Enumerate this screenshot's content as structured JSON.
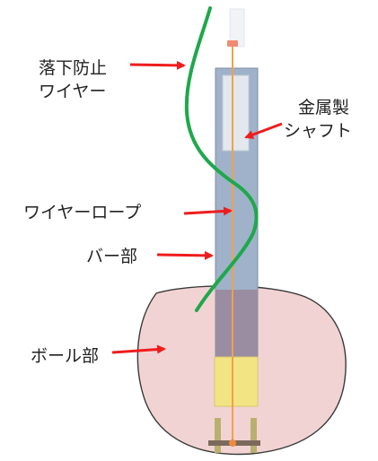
{
  "labels": {
    "fall_prevention_line1": "落下防止",
    "fall_prevention_line2": "ワイヤー",
    "metal_shaft_line1": "金属製",
    "metal_shaft_line2": "シャフト",
    "wire_rope": "ワイヤーロープ",
    "bar_part": "バー部",
    "ball_part": "ボール部"
  },
  "colors": {
    "ball_fill": "#f2d3d3",
    "ball_stroke": "#3a3a3a",
    "bar_fill": "#9fb2ca",
    "bar_stroke": "#7f8ea3",
    "shaft_fill": "#e3e8ef",
    "yellow_block": "#f3e483",
    "rope_orange": "#f0a24a",
    "green_wire": "#1ea84b",
    "arrow_red": "#ee1d1d",
    "base_brown": "#7b6a5c"
  }
}
